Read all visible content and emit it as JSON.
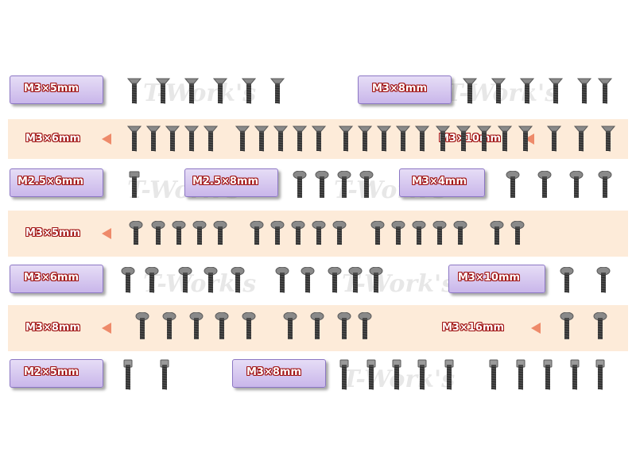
{
  "colors": {
    "band": "#fdebd9",
    "tag_fill": "#d6c9f1",
    "tag_border": "#8c77c4",
    "label_text": "#ffffff",
    "label_outline": "#a01212",
    "arrow": "#ee8a6a",
    "screw_metal": "#5a5a5a"
  },
  "watermark": "T-Work's",
  "rows": [
    {
      "id": "row1",
      "groups": [
        {
          "label": "M3×5mm",
          "style": "tag",
          "screw": "flat",
          "count": 6
        },
        {
          "label": "M3×8mm",
          "style": "tag",
          "screw": "flat",
          "count": 6
        }
      ]
    },
    {
      "id": "row2",
      "groups": [
        {
          "label": "M3×6mm",
          "style": "arrow",
          "screw": "flat",
          "count": 20
        },
        {
          "label": "M3×10mm",
          "style": "arrow",
          "screw": "flat",
          "count": 3
        }
      ]
    },
    {
      "id": "row3",
      "groups": [
        {
          "label": "M2.5×6mm",
          "style": "tag",
          "screw": "hex",
          "count": 1
        },
        {
          "label": "M2.5×8mm",
          "style": "tag",
          "screw": "button",
          "count": 4
        },
        {
          "label": "M3×4mm",
          "style": "tag",
          "screw": "button",
          "count": 4
        }
      ]
    },
    {
      "id": "row4",
      "groups": [
        {
          "label": "M3×5mm",
          "style": "arrow",
          "screw": "button",
          "count": 17
        }
      ]
    },
    {
      "id": "row5",
      "groups": [
        {
          "label": "M3×6mm",
          "style": "tag",
          "screw": "button",
          "count": 10
        },
        {
          "label": "M3×10mm",
          "style": "tag",
          "screw": "button",
          "count": 2
        }
      ]
    },
    {
      "id": "row6",
      "groups": [
        {
          "label": "M3×8mm",
          "style": "arrow",
          "screw": "button",
          "count": 9
        },
        {
          "label": "M3×16mm",
          "style": "arrow",
          "screw": "button",
          "count": 2
        }
      ]
    },
    {
      "id": "row7",
      "groups": [
        {
          "label": "M2×5mm",
          "style": "tag",
          "screw": "socket",
          "count": 2
        },
        {
          "label": "M3×8mm",
          "style": "tag",
          "screw": "socket",
          "count": 10
        }
      ]
    }
  ]
}
